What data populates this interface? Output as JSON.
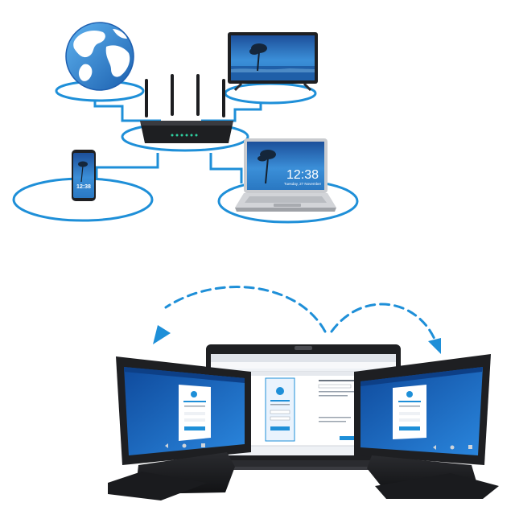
{
  "colors": {
    "link": "#1e8fd8",
    "ring": "#1e8fd8",
    "device_dark": "#1e1f22",
    "screen_blue": "#1a5fb0",
    "screen_sky": "#2f86d6",
    "laptop_silver": "#d2d4d8"
  },
  "network": {
    "devices": [
      "globe-icon",
      "tv-icon",
      "router-icon",
      "phone-icon",
      "laptop-icon"
    ],
    "phone_clock": "12:38",
    "laptop_clock": "12:38",
    "laptop_date": "Tuesday, 27 November"
  },
  "share": {
    "dialog_title": "TeamViewer Meeting",
    "arrows": "bidirectional"
  }
}
